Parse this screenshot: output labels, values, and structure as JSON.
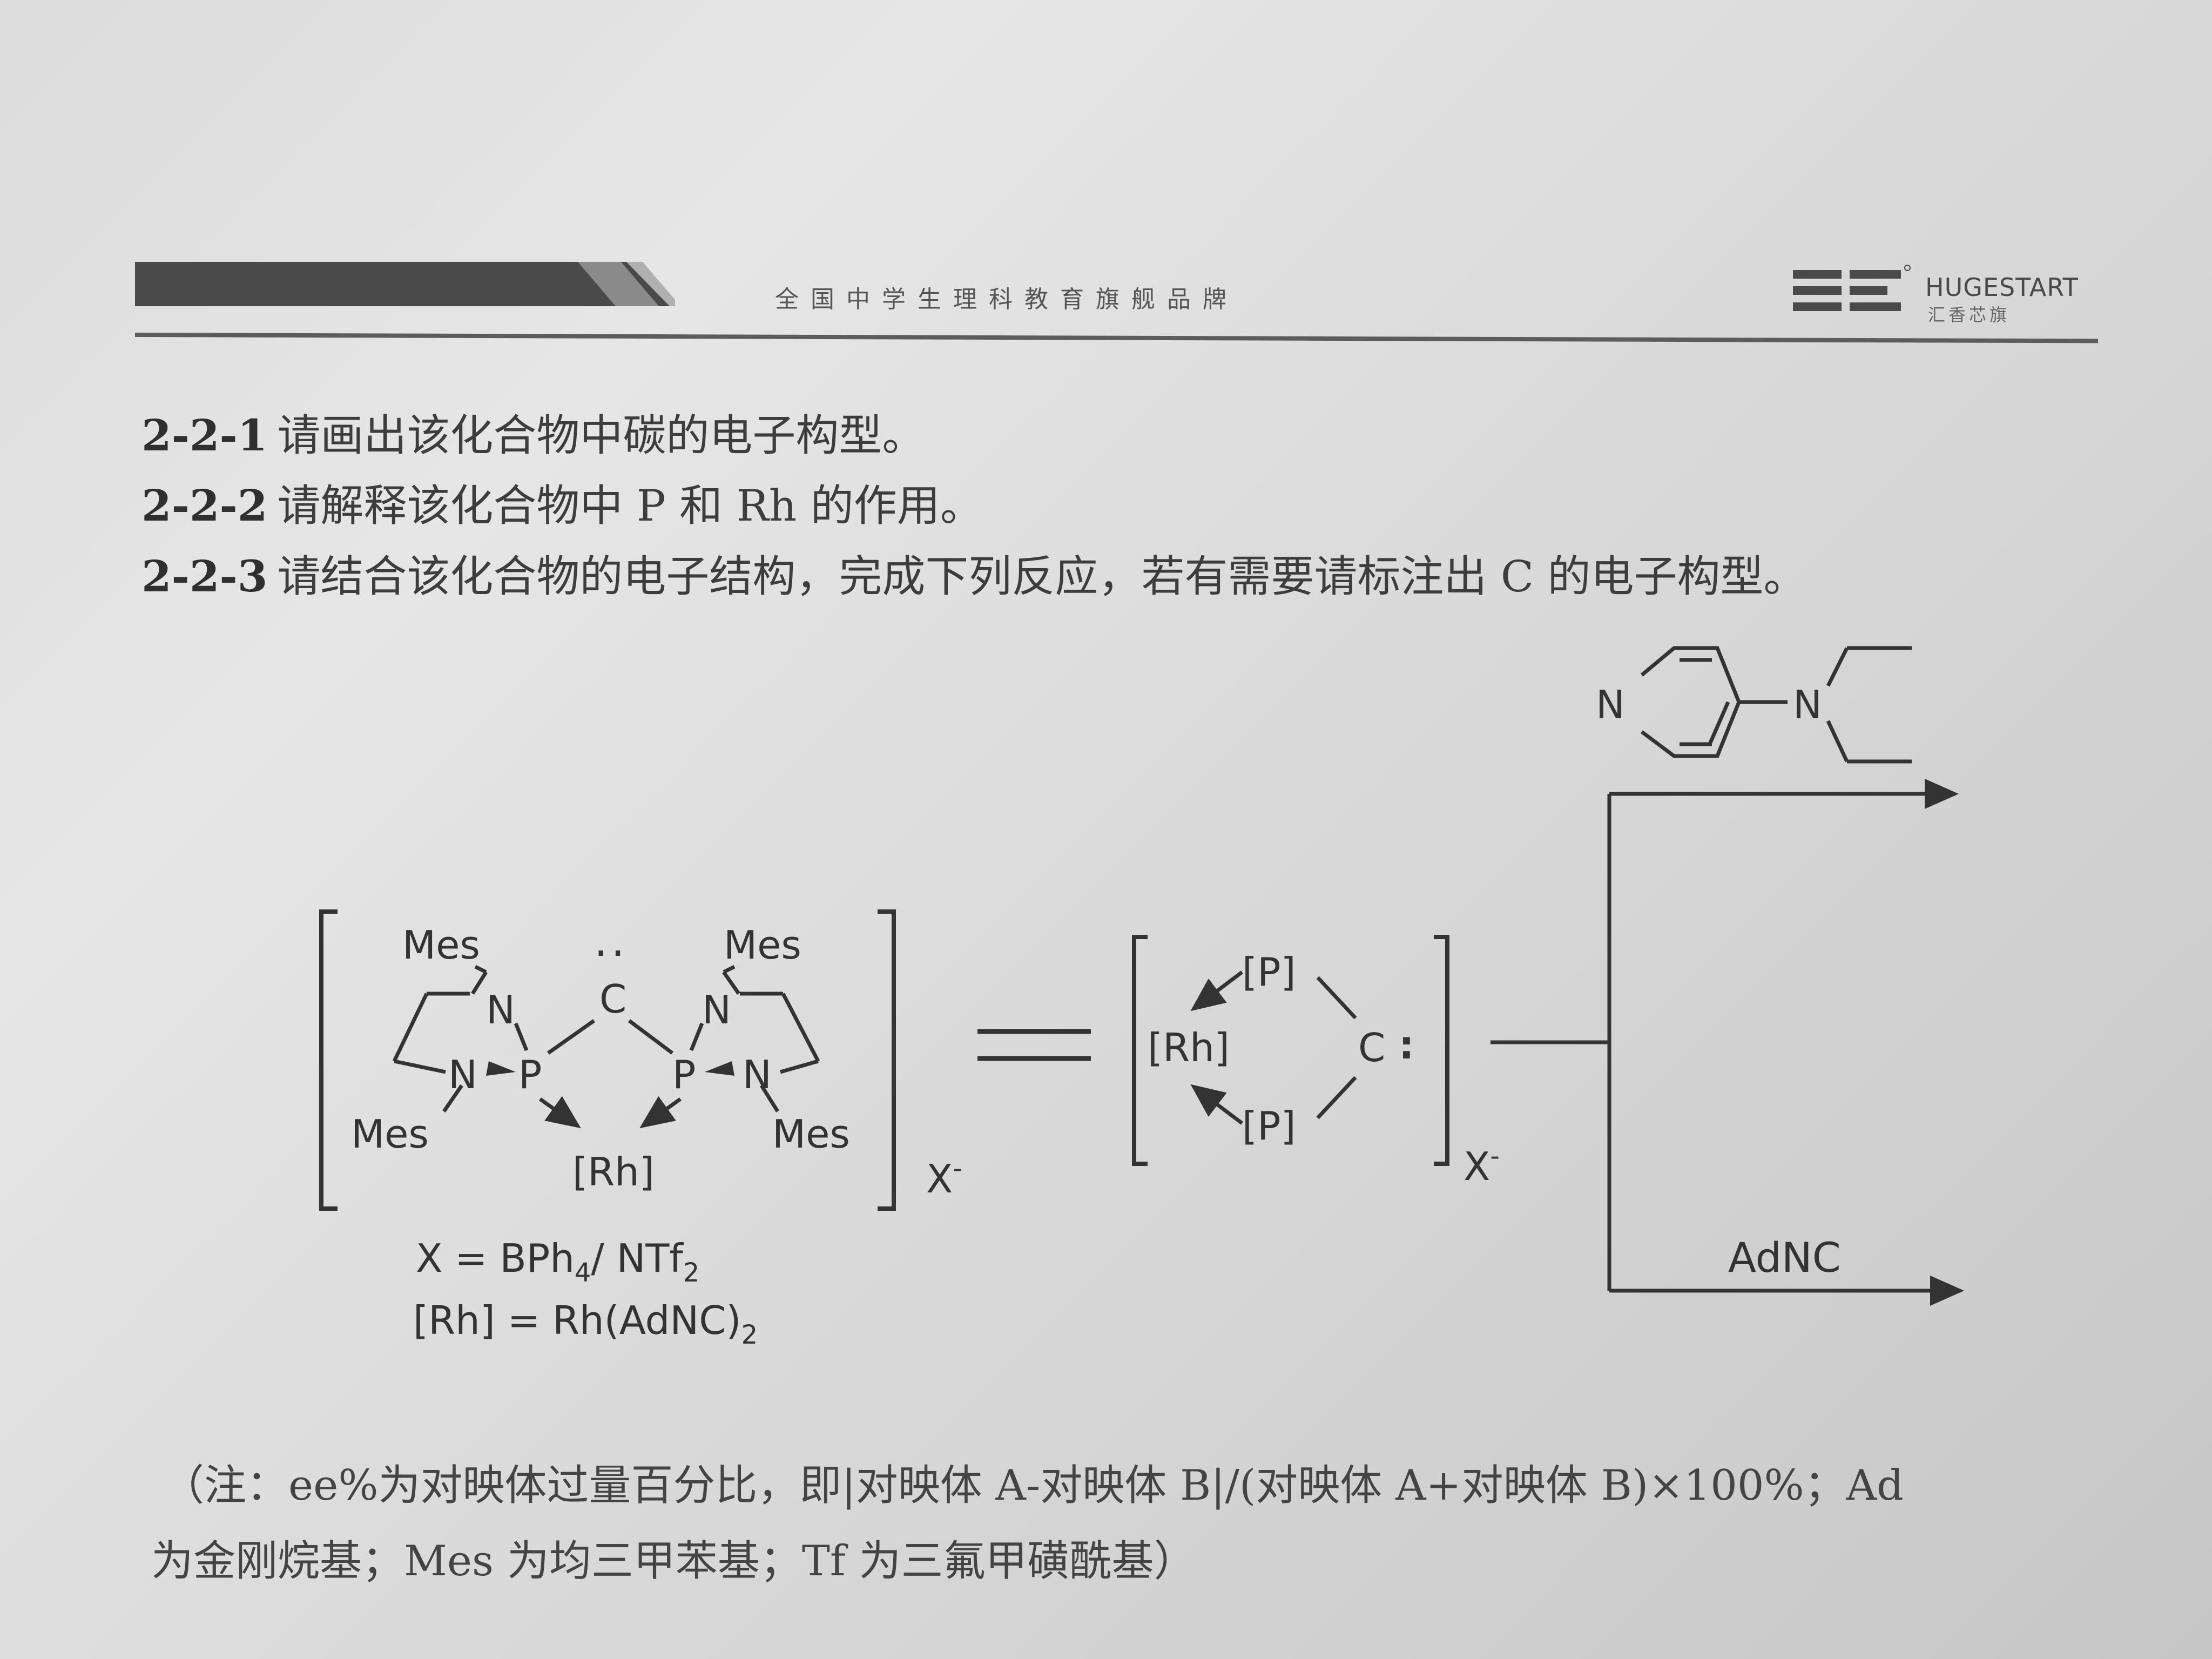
{
  "header": {
    "slogan": "全国中学生理科教育旗舰品牌",
    "brand_name": "HUGESTART",
    "brand_sub": "汇香芯旗"
  },
  "questions": [
    {
      "number": "2-2-1",
      "text": "请画出该化合物中碳的电子构型。"
    },
    {
      "number": "2-2-2",
      "text": "请解释该化合物中 P 和 Rh 的作用。"
    },
    {
      "number": "2-2-3",
      "text": "请结合该化合物的电子结构，完成下列反应，若有需要请标注出 C 的电子构型。"
    }
  ],
  "scheme": {
    "left_complex": {
      "mes_top_left": "Mes",
      "mes_top_right": "Mes",
      "mes_bottom_left": "Mes",
      "mes_bottom_right": "Mes",
      "carbon": "C",
      "lone_pair": "..",
      "n": "N",
      "p": "P",
      "metal": "[Rh]",
      "counterion": "X",
      "charge": "-"
    },
    "right_complex": {
      "phosphine_top": "[P]",
      "phosphine_bottom": "[P]",
      "metal": "[Rh]",
      "carbon": "C",
      "colon": ":",
      "counterion": "X",
      "charge": "-"
    },
    "definitions": {
      "x_def_prefix": "X = BPh",
      "x_def_sub": "4",
      "x_def_mid": "/ NTf",
      "x_def_sub2": "2",
      "rh_def_prefix": "[Rh] = Rh(AdNC)",
      "rh_def_sub": "2"
    },
    "reagent_top_n_ring": "N",
    "reagent_top_n_amine": "N",
    "reagent_bottom": "AdNC"
  },
  "note": {
    "line1": "（注：ee%为对映体过量百分比，即|对映体 A-对映体 B|/(对映体 A+对映体 B)×100%；Ad",
    "line2": "为金刚烷基；Mes 为均三甲苯基；Tf 为三氟甲磺酰基）"
  },
  "colors": {
    "paper": "#dcdcdc",
    "ink": "#333333",
    "header_band": "#4a4a4a"
  }
}
